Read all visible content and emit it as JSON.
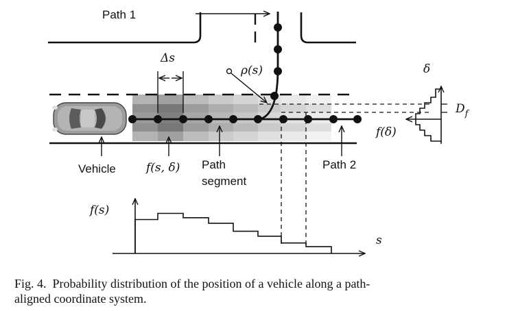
{
  "labels": {
    "path1": "Path 1",
    "path2": "Path 2",
    "vehicle": "Vehicle",
    "path_segment_line1": "Path",
    "path_segment_line2": "segment",
    "delta_s": "Δs",
    "rho_s": "ρ(s)",
    "f_s_delta": "f(s, δ)",
    "delta": "δ",
    "D_f": "D",
    "D_f_sub": "f",
    "f_delta": "f(δ)",
    "f_s": "f(s)",
    "s_axis": "s"
  },
  "caption": {
    "label": "Fig. 4.",
    "line1": "Probability distribution of the position of a vehicle along a path-",
    "line2": "aligned coordinate system."
  },
  "chart_data": {
    "type": "step",
    "xlabel": "s",
    "ylabel": "f(s)",
    "values": [
      0.55,
      0.65,
      0.58,
      0.49,
      0.36,
      0.28,
      0.17,
      0.11
    ]
  }
}
